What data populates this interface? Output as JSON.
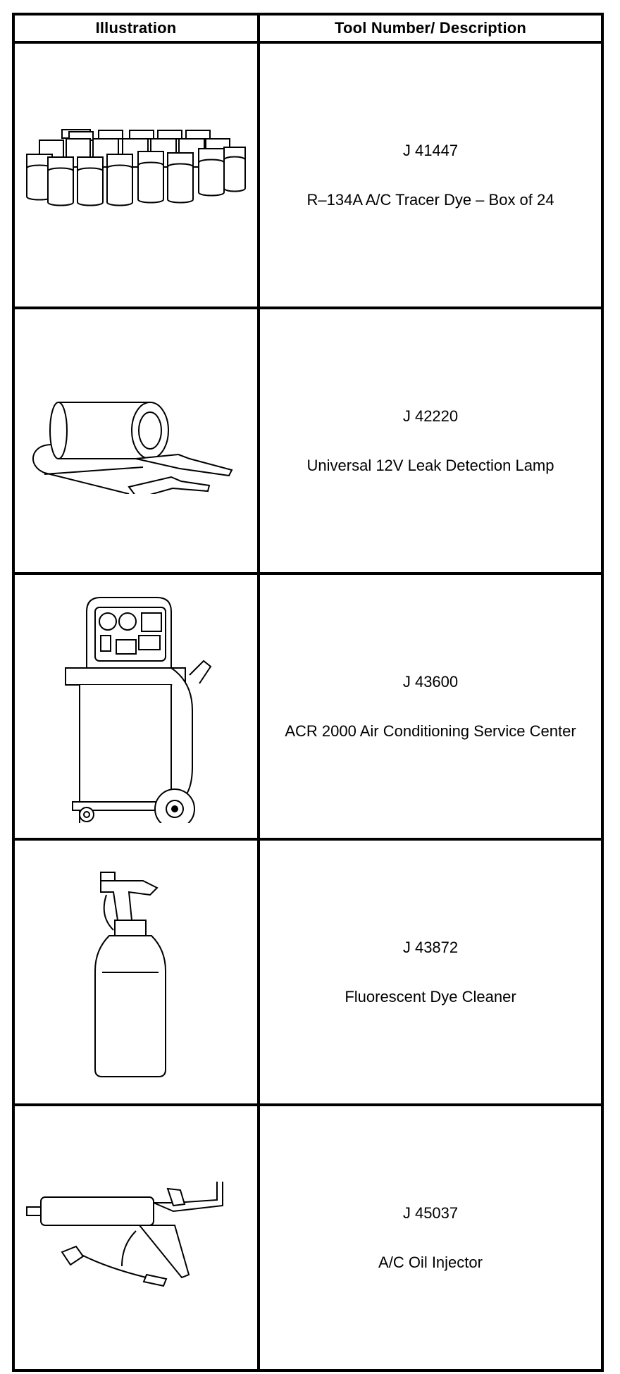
{
  "table": {
    "headers": {
      "illustration": "Illustration",
      "tool": "Tool Number/ Description"
    },
    "rows": [
      {
        "number": "J 41447",
        "description": "R–134A A/C Tracer Dye – Box of 24",
        "icon": "dye-bottles-icon"
      },
      {
        "number": "J 42220",
        "description": "Universal 12V Leak Detection Lamp",
        "icon": "leak-lamp-icon"
      },
      {
        "number": "J 43600",
        "description": "ACR 2000 Air Conditioning Service Center",
        "icon": "service-cart-icon"
      },
      {
        "number": "J 43872",
        "description": "Fluorescent Dye Cleaner",
        "icon": "spray-bottle-icon"
      },
      {
        "number": "J 45037",
        "description": "A/C Oil Injector",
        "icon": "oil-injector-icon"
      }
    ]
  }
}
